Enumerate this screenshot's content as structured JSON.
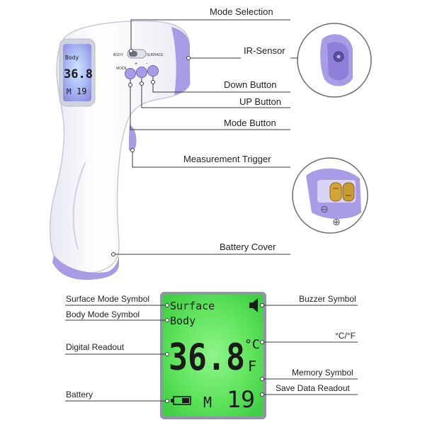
{
  "device_labels": {
    "mode_selection": "Mode Selection",
    "ir_sensor": "IR-Sensor",
    "down_button": "Down Button",
    "up_button": "UP Button",
    "mode_button": "Mode Button",
    "measurement_trigger": "Measurement Trigger",
    "battery_cover": "Battery Cover"
  },
  "display_labels": {
    "surface_mode_symbol": "Surface Mode Symbol",
    "body_mode_symbol": "Body Mode Symbol",
    "digital_readout": "Digital Readout",
    "battery": "Battery",
    "buzzer_symbol": "Buzzer Symbol",
    "unit_symbol": "°C/°F",
    "memory_symbol": "Memory Symbol",
    "save_data_readout": "Save Data Readout"
  },
  "lcd": {
    "surface": "Surface",
    "body": "Body",
    "reading": "36.8",
    "unit_c": "°C",
    "unit_f": "F",
    "memory": "M",
    "memory_value": "19"
  },
  "mini_lcd": {
    "body": "Body",
    "reading": "36.8",
    "memory": "M",
    "memory_value": "19"
  },
  "switch_labels": {
    "body": "BODY",
    "surface": "SURFACE",
    "mode": "MODE"
  },
  "battery_icons": {
    "minus": "⊖",
    "plus": "⊕"
  },
  "colors": {
    "lcd_green": "#58e05a",
    "device_purple": "#a99be6",
    "device_white": "#f4f5fa"
  }
}
